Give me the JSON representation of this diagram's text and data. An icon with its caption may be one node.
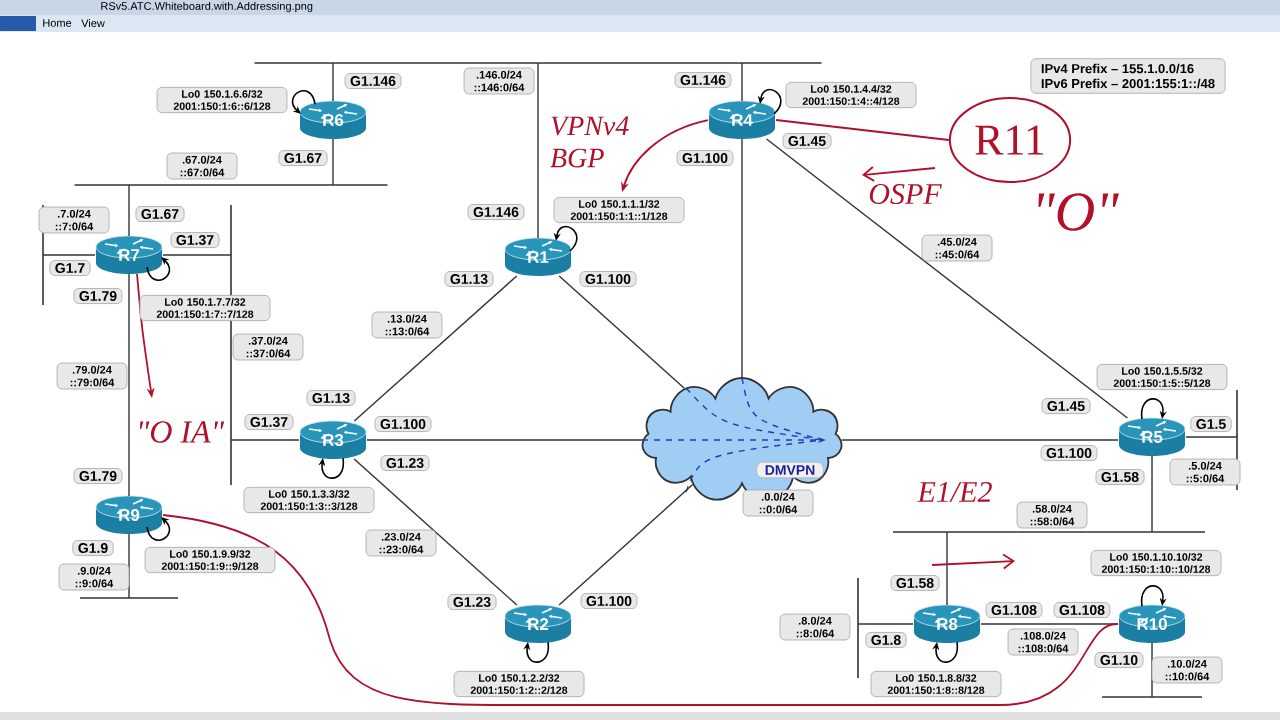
{
  "diagram": {
    "nodes": [
      {
        "text": [
          "R6"
        ],
        "beside": [
          "Lo0 150.1.6.6/32 2001:150:1:6::6/128",
          "G1.146",
          "G1.67"
        ]
      },
      {
        "text": [
          "R4"
        ],
        "beside": [
          "G1.146",
          "Lo0 150.1.4.4/32 2001:150:1:4::4/128",
          "G1.45",
          "G1.100"
        ]
      },
      {
        "text": [
          "R11"
        ]
      },
      {
        "text": [
          "R7"
        ],
        "beside": [
          "G1.67",
          "G1.37",
          "G1.7",
          "G1.79"
        ]
      },
      {
        "text": [
          "R1"
        ],
        "beside": [
          "G1.146",
          "Lo0 150.1.1.1/32 2001:150:1:1::1/128",
          "G1.13",
          "G1.100"
        ]
      },
      {
        "text": [
          "R3"
        ],
        "beside": [
          "G1.13",
          "G1.37",
          "G1.100",
          "G1.23",
          "Lo0 150.1.3.3/32 2001:150:1:3::3/128"
        ]
      },
      {
        "text": [
          "DMVPN"
        ]
      },
      {
        "text": [
          "R5"
        ],
        "beside": [
          "Lo0 150.1.5.5/32 2001:150:1:5::5/128",
          "G1.45",
          "G1.5",
          "G1.100",
          "G1.58"
        ]
      },
      {
        "text": [
          "R9"
        ],
        "beside": [
          "G1.79",
          "G1.9",
          "Lo0 150.1.9.9/32 2001:150:1:9::9/128"
        ]
      },
      {
        "text": [
          "R2"
        ],
        "beside": [
          "G1.23",
          "G1.100",
          "Lo0 150.1.2.2/32 2001:150:1:2::2/128"
        ]
      },
      {
        "text": [
          "R8"
        ],
        "beside": [
          "G1.58",
          "G1.108",
          "G1.8",
          "Lo0 150.1.8.8/32 2001:150:1:8::8/128"
        ]
      },
      {
        "text": [
          "R10"
        ],
        "beside": [
          "Lo0 150.1.10.10/32 2001:150:1:10::10/128",
          "G1.108",
          "G1.10"
        ]
      },
      {
        "text": [],
        "shape": "bar"
      },
      {
        "text": [],
        "shape": "bar"
      },
      {
        "text": [],
        "shape": "bar"
      },
      {
        "text": [],
        "shape": "bar"
      },
      {
        "text": [],
        "shape": "bar"
      },
      {
        "text": [],
        "shape": "bar"
      },
      {
        "text": [],
        "shape": "bar"
      },
      {
        "text": [],
        "shape": "bar"
      },
      {
        "text": [],
        "shape": "bar"
      }
    ],
    "edges": [
      {
        "from": 0,
        "to": 12,
        "arrow": "none"
      },
      {
        "from": 4,
        "to": 12,
        "arrow": "none"
      },
      {
        "from": 1,
        "to": 12,
        "arrow": "none"
      },
      {
        "from": 0,
        "to": 13,
        "arrow": "none"
      },
      {
        "from": 3,
        "to": 13,
        "arrow": "none"
      },
      {
        "from": 3,
        "to": 14,
        "arrow": "none"
      },
      {
        "from": 3,
        "to": 15,
        "arrow": "none"
      },
      {
        "from": 5,
        "to": 15,
        "arrow": "none"
      },
      {
        "from": 3,
        "to": 8,
        "arrow": "none"
      },
      {
        "from": 8,
        "to": 18,
        "arrow": "none"
      },
      {
        "from": 4,
        "to": 5,
        "arrow": "none"
      },
      {
        "from": 4,
        "to": 6,
        "arrow": "none"
      },
      {
        "from": 5,
        "to": 6,
        "arrow": "none"
      },
      {
        "from": 1,
        "to": 6,
        "arrow": "none"
      },
      {
        "from": 5,
        "to": 9,
        "arrow": "none"
      },
      {
        "from": 9,
        "to": 6,
        "arrow": "none"
      },
      {
        "from": 6,
        "to": 7,
        "arrow": "none"
      },
      {
        "from": 1,
        "to": 7,
        "arrow": "none"
      },
      {
        "from": 7,
        "to": 16,
        "arrow": "none"
      },
      {
        "from": 7,
        "to": 17,
        "arrow": "none"
      },
      {
        "from": 10,
        "to": 17,
        "arrow": "none"
      },
      {
        "from": 10,
        "to": 11,
        "arrow": "none"
      },
      {
        "from": 10,
        "to": 19,
        "arrow": "none"
      },
      {
        "from": 11,
        "to": 20,
        "arrow": "none"
      },
      {
        "from": 1,
        "to": 4,
        "arrow": "to",
        "color": "#b0102a"
      },
      {
        "from": 2,
        "to": 1,
        "arrow": "none",
        "color": "#b0102a"
      },
      {
        "from": 3,
        "to": null,
        "arrow": "to",
        "color": "#b0102a"
      },
      {
        "from": 8,
        "to": 11,
        "arrow": "none",
        "color": "#b0102a"
      }
    ],
    "labels": [
      "RSv5.ATC.Whiteboard.with.Addressing.png",
      "Home",
      "View",
      ".146.0/24 ::146:0/64",
      "IPv4 Prefix – 155.1.0.0/16",
      "IPv6 Prefix – 2001:155:1::/48",
      "VPNv4 BGP",
      "OSPF",
      ".67.0/24 ::67:0/64",
      "\"O\"",
      ".7.0/24 ::7:0/64",
      "Lo0 150.1.7.7/32 2001:150:1:7::7/128",
      ".45.0/24 ::45:0/64",
      ".13.0/24 ::13:0/64",
      ".37.0/24 ::37:0/64",
      ".79.0/24 ::79:0/64",
      "\"O IA\"",
      ".5.0/24 ::5:0/64",
      ".0.0/24 ::0:0/64",
      "E1/E2",
      ".58.0/24 ::58:0/64",
      ".23.0/24 ::23:0/64",
      ".9.0/24 ::9:0/64",
      ".8.0/24 ::8:0/64",
      ".108.0/24 ::108:0/64",
      ".10.0/24 ::10:0/64"
    ]
  }
}
